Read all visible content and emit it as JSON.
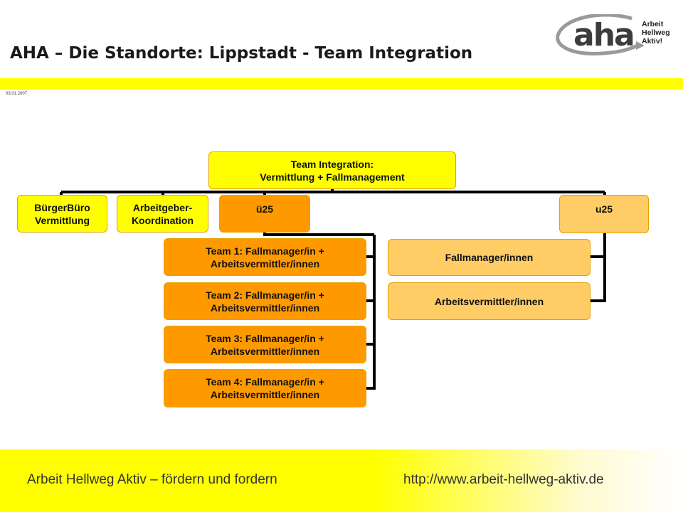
{
  "slide": {
    "title": "AHA – Die Standorte: Lippstadt - Team Integration",
    "date": "03.01.2007"
  },
  "logo": {
    "word": "aha",
    "line1": "Arbeit",
    "line2": "Hellweg",
    "line3": "Aktiv!"
  },
  "colors": {
    "accent_yellow": "#ffff00",
    "box_orange": "#ff9900",
    "box_light_orange": "#ffcc66",
    "connector": "#000000"
  },
  "org": {
    "root": "Team Integration:\nVermittlung + Fallmanagement",
    "buergerbuero": "BürgerBüro\nVermittlung",
    "arbeitgeber": "Arbeitgeber-\nKoordination",
    "ue25": {
      "label": "ü25",
      "teams": [
        "Team 1: Fallmanager/in +\nArbeitsvermittler/innen",
        "Team 2: Fallmanager/in +\nArbeitsvermittler/innen",
        "Team 3: Fallmanager/in +\nArbeitsvermittler/innen",
        "Team 4: Fallmanager/in +\nArbeitsvermittler/innen"
      ]
    },
    "u25": {
      "label": "u25",
      "members": [
        "Fallmanager/innen",
        "Arbeitsvermittler/innen"
      ]
    }
  },
  "footer": {
    "left": "Arbeit Hellweg Aktiv – fördern und fordern",
    "right": "http://www.arbeit-hellweg-aktiv.de"
  }
}
